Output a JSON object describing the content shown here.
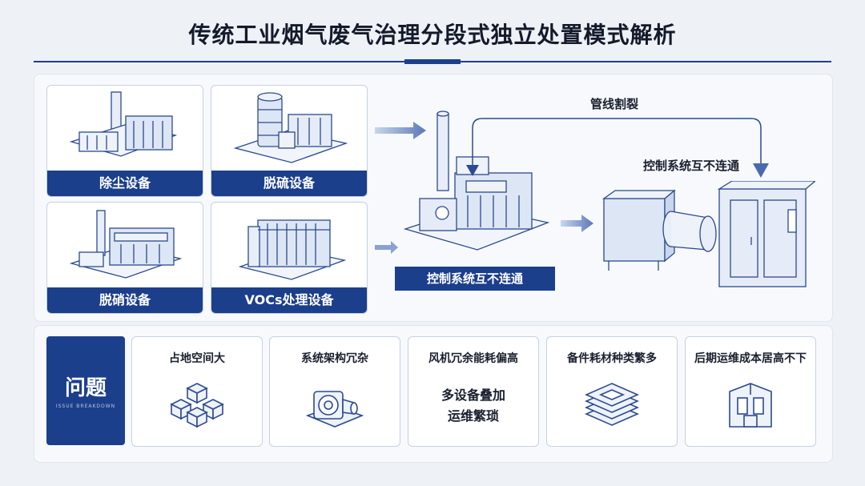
{
  "title": "传统工业烟气废气治理分段式独立处置模式解析",
  "equipment": [
    {
      "label": "除尘设备",
      "icon": "dust-removal-plant-icon"
    },
    {
      "label": "脱硫设备",
      "icon": "desulfurization-plant-icon"
    },
    {
      "label": "脱硝设备",
      "icon": "denitrification-plant-icon"
    },
    {
      "label": "VOCs处理设备",
      "icon": "vocs-treatment-plant-icon"
    }
  ],
  "flow": {
    "pipeline_label": "管线割裂",
    "control_label_top": "控制系统互不连通",
    "control_label_box": "控制系统互不连通"
  },
  "problems": {
    "title": "问题",
    "subtitle": "ISSUE BREAKDOWN",
    "items": [
      {
        "title": "占地空间大",
        "body": [],
        "icon": "cubes-icon"
      },
      {
        "title": "系统架构冗杂",
        "body": [],
        "icon": "fan-unit-icon"
      },
      {
        "title": "风机冗余能耗偏高",
        "body": [
          "多设备叠加",
          "运维繁琐"
        ],
        "icon": ""
      },
      {
        "title": "备件耗材种类繁多",
        "body": [],
        "icon": "stacked-layers-icon"
      },
      {
        "title": "后期运维成本居高不下",
        "body": [],
        "icon": "building-icon"
      }
    ]
  },
  "colors": {
    "accent": "#1c3f8c",
    "line": "#2b4a8f",
    "light": "#c9d6ec"
  }
}
